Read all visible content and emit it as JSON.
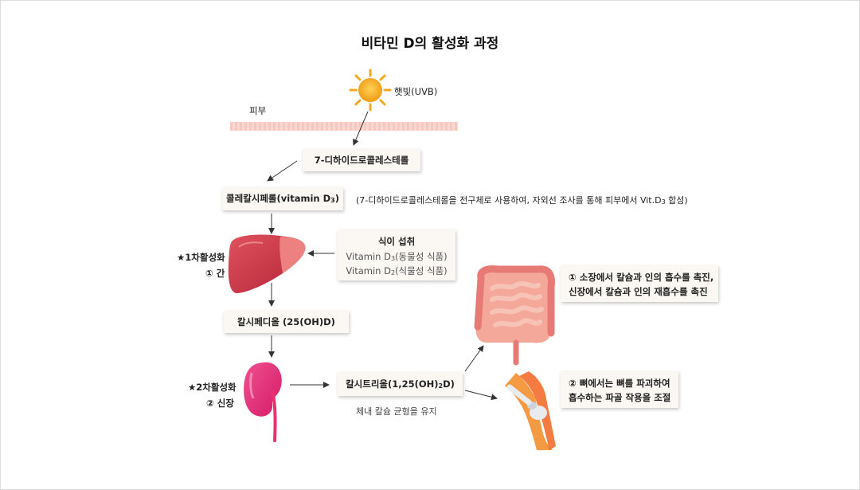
{
  "title": "비타민 D의 활성화 과정",
  "sun": {
    "label": "햇빛(UVB)"
  },
  "skin": {
    "label": "피부"
  },
  "nodes": {
    "dehydro": "7-디하이드로콜레스테롤",
    "chole": "콜레칼시페롤(vitamin D",
    "chole_sub": "3",
    "chole_end": ")",
    "chole_note": "(7-디하이드로콜레스테롤을 전구체로 사용하여, 자외선 조사를 통해 피부에서 Vit.D",
    "chole_note_sub": "3",
    "chole_note_end": " 합성)",
    "calcidiol": "칼시페디올 (25(OH)D)",
    "calcitriol_a": "칼시트리올(1,25(OH)",
    "calcitriol_sub": "2",
    "calcitriol_b": "D)",
    "calcitriol_note": "체내 칼슘 균형을 유지"
  },
  "diet": {
    "title": "식이 섭취",
    "line1_a": "Vitamin D",
    "line1_sub": "3",
    "line1_b": "(동물성 식품)",
    "line2_a": "Vitamin D",
    "line2_sub": "2",
    "line2_b": "(식물성 식품)"
  },
  "activation": {
    "first_label": "★1차활성화",
    "first_organ": "① 간",
    "second_label": "★2차활성화",
    "second_organ": "② 신장"
  },
  "effects": {
    "intestine_l1": "① 소장에서 칼슘과 인의 흡수를 촉진,",
    "intestine_l2": "신장에서 칼슘과 인의 재흡수를 촉진",
    "bone_l1": "② 뼈에서는 뼈를 파괴하여",
    "bone_l2": "흡수하는 파골 작용을 조절"
  }
}
